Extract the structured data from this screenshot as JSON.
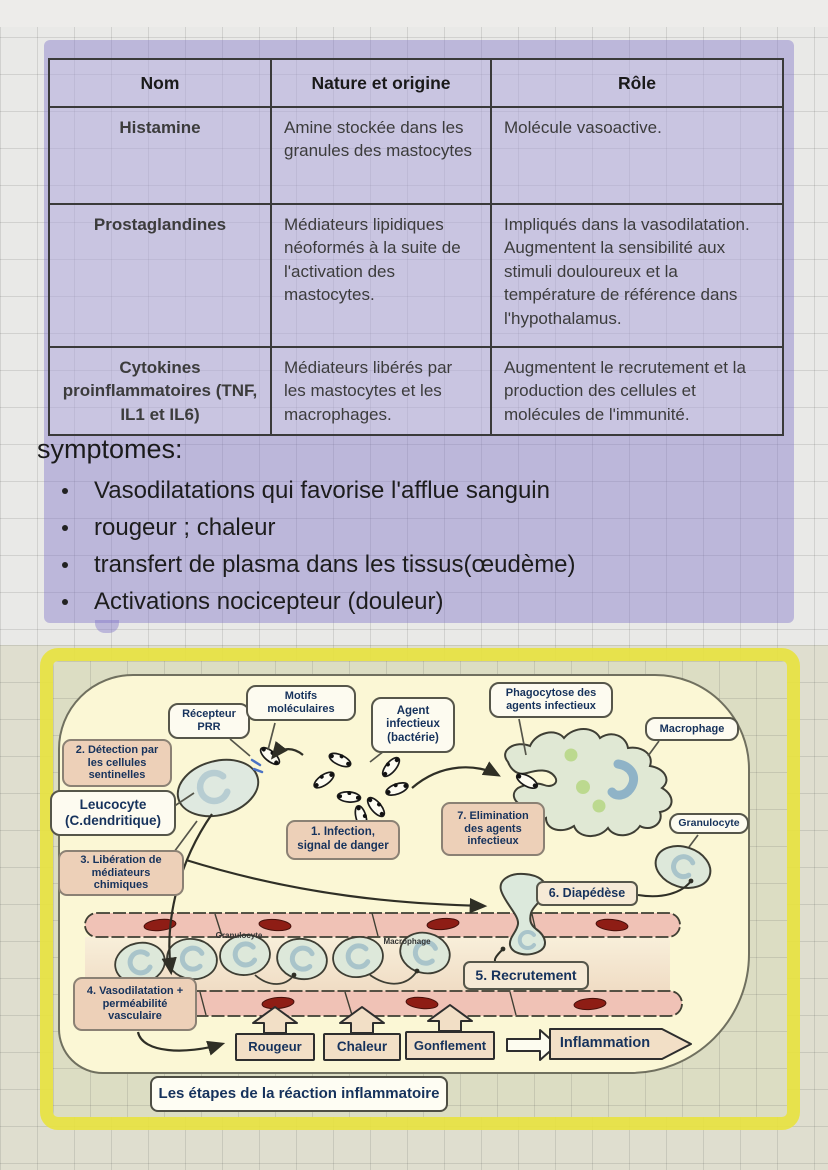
{
  "table": {
    "headers": [
      "Nom",
      "Nature et origine",
      "Rôle"
    ],
    "rows": [
      {
        "nom": "Histamine",
        "nature": "Amine stockée dans les granules des mastocytes",
        "role": "Molécule vasoactive."
      },
      {
        "nom": "Prostaglandines",
        "nature": "Médiateurs lipidiques néoformés à la suite de l'activation des mastocytes.",
        "role": "Impliqués dans la vasodilatation. Augmentent la sensibilité aux stimuli douloureux et la température de référence dans l'hypothalamus."
      },
      {
        "nom": "Cytokines proinflammatoires (TNF, IL1 et IL6)",
        "nature": "Médiateurs libérés par les mastocytes et les macrophages.",
        "role": "Augmentent le recrutement et la production des cellules et molécules de l'immunité."
      }
    ]
  },
  "symptoms": {
    "title": "symptomes:",
    "items": [
      "Vasodilatations qui favorise l'afflue sanguin",
      "rougeur ; chaleur",
      "transfert de plasma dans les tissus(œudème)",
      "Activations nocicepteur (douleur)"
    ]
  },
  "diagram": {
    "caption": "Les étapes de la réaction inflammatoire",
    "labels": {
      "recepteur": "Récepteur\nPRR",
      "motifs": "Motifs\nmoléculaires",
      "agent": "Agent\ninfectieux\n(bactérie)",
      "phagocytose": "Phagocytose des\nagents infectieux",
      "macrophage": "Macrophage",
      "granulocyte": "Granulocyte",
      "leucocyte": "Leucocyte\n(C.dendritique)",
      "step1": "1. Infection,\nsignal de danger",
      "step2": "2. Détection par\nles cellules\nsentinelles",
      "step3": "3. Libération de\nmédiateurs\nchimiques",
      "step4": "4. Vasodilatation +\nperméabilité\nvasculaire",
      "step5": "5. Recrutement",
      "step6": "6. Diapédèse",
      "step7": "7. Elimination\ndes agents\ninfectieux",
      "rougeur": "Rougeur",
      "chaleur": "Chaleur",
      "gonflement": "Gonflement",
      "inflammation": "Inflammation"
    },
    "vessel_labels": {
      "granulocyte": "Granulocyte",
      "macrophage": "Macrophage"
    }
  },
  "colors": {
    "highlight_purple": "#8d7fd0",
    "highlight_yellow": "#e8e23a",
    "note_box_salmon": "#edd0b8",
    "diagram_cream": "#fbf7d5",
    "cell_green": "#dde8da",
    "vessel_pink": "#f0c2b6",
    "blood_red": "#8e1d15",
    "label_navy": "#16325c"
  }
}
